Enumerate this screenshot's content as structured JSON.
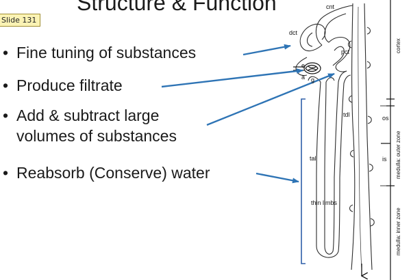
{
  "slide": {
    "title": "Structure & Function",
    "tag": "Slide 131"
  },
  "bullets": [
    {
      "line1": "Fine tuning of substances",
      "line2": ""
    },
    {
      "line1": "Produce filtrate",
      "line2": ""
    },
    {
      "line1": "Add & subtract large",
      "line2": "volumes of substances"
    },
    {
      "line1": "Reabsorb (Conserve) water",
      "line2": ""
    }
  ],
  "diagram": {
    "labels": {
      "cnt": "cnt",
      "dct": "dct",
      "pct": "pct",
      "e": "e",
      "a": "a",
      "g": "g",
      "tdl": "tdl",
      "tal": "tal",
      "os": "os",
      "is": "is",
      "thin_limbs": "thin limbs"
    },
    "zones": {
      "cortex": "cortex",
      "outer": "medulla: outer zone",
      "inner": "medulla: inner zone"
    },
    "arrow_color": "#2e74b5",
    "line_color": "#2b2b2b"
  }
}
